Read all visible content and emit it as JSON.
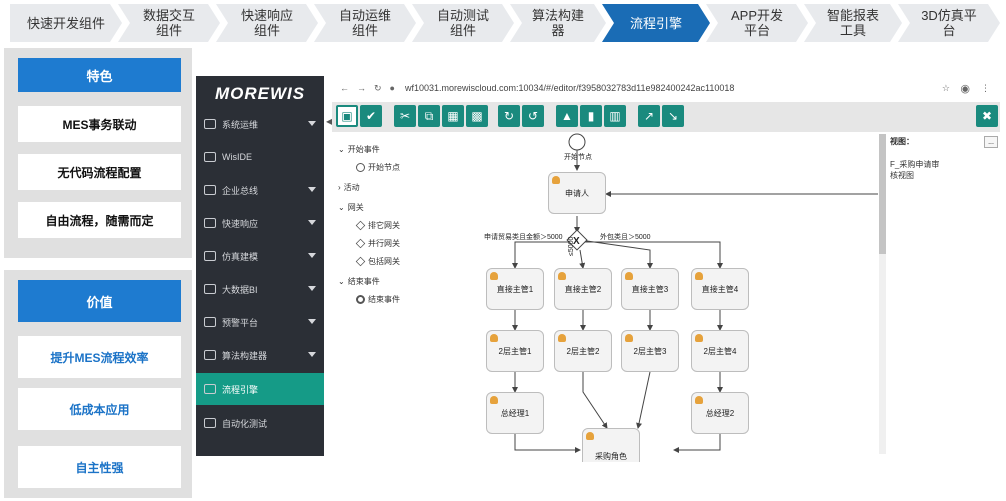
{
  "topnav": [
    {
      "label": "快速开发组件"
    },
    {
      "label": "数据交互组件"
    },
    {
      "label": "快速响应组件"
    },
    {
      "label": "自动运维组件"
    },
    {
      "label": "自动测试组件"
    },
    {
      "label": "算法构建器"
    },
    {
      "label": "流程引擎"
    },
    {
      "label": "APP开发平台"
    },
    {
      "label": "智能报表工具"
    },
    {
      "label": "3D仿真平台"
    }
  ],
  "features": {
    "title": "特色",
    "items": [
      "MES事务联动",
      "无代码流程配置",
      "自由流程，随需而定"
    ]
  },
  "values": {
    "title": "价值",
    "items": [
      "提升MES流程效率",
      "低成本应用",
      "自主性强"
    ]
  },
  "app": {
    "logo": "MOREWIS",
    "menu": [
      {
        "label": "系统运维",
        "caret": true
      },
      {
        "label": "WisIDE",
        "caret": false
      },
      {
        "label": "企业总线",
        "caret": true
      },
      {
        "label": "快速响应",
        "caret": true
      },
      {
        "label": "仿真建模",
        "caret": true
      },
      {
        "label": "大数据BI",
        "caret": true
      },
      {
        "label": "预警平台",
        "caret": true
      },
      {
        "label": "算法构建器",
        "caret": true
      },
      {
        "label": "流程引擎",
        "caret": false
      },
      {
        "label": "自动化测试",
        "caret": false
      }
    ],
    "active_index": 8
  },
  "browser": {
    "url": "wf10031.morewiscloud.com:10034/#/editor/f3958032783d11e982400242ac110018"
  },
  "palette": {
    "start_group": "开始事件",
    "start_node": "开始节点",
    "activity": "活动",
    "gateway_group": "网关",
    "gateways": [
      "排它网关",
      "并行网关",
      "包括网关"
    ],
    "end_group": "结束事件",
    "end_node": "结束事件"
  },
  "flow": {
    "start_label": "开始节点",
    "applicant": "申请人",
    "cond_left": "申请贸易类且金额＞5000",
    "cond_right": "外包类且＞5000",
    "cond_mid": "≤5000",
    "managers": [
      "直接主管1",
      "直接主管2",
      "直接主管3",
      "直接主管4"
    ],
    "level2": [
      "2层主管1",
      "2层主管2",
      "2层主管3",
      "2层主管4"
    ],
    "gm": [
      "总经理1",
      "总经理2"
    ],
    "purchase": "采购角色"
  },
  "props": {
    "title": "视图：",
    "line1": "F_采购申请审",
    "line2": "核视图",
    "more": "..."
  }
}
